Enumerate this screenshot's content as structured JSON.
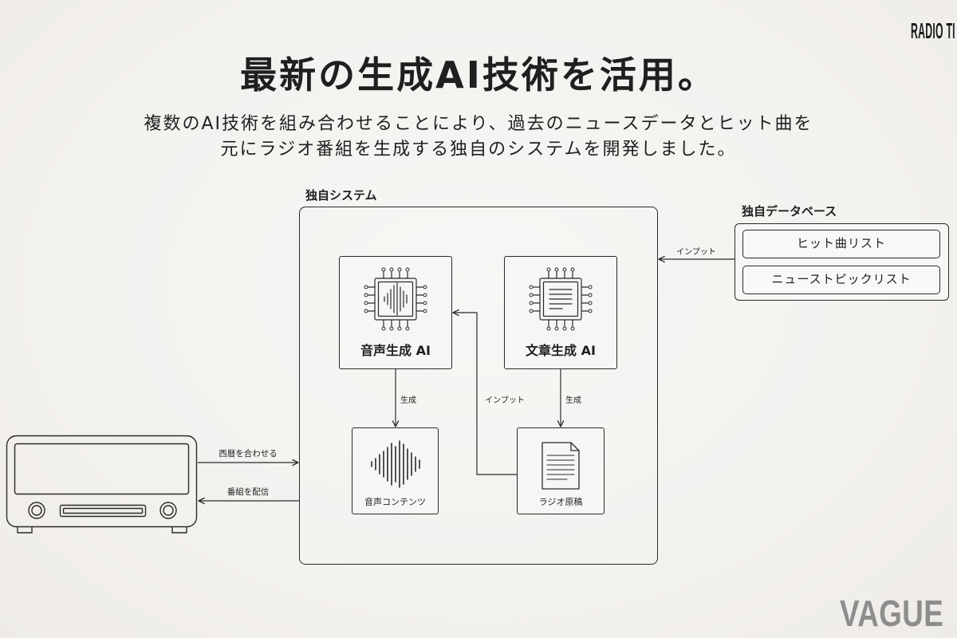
{
  "corner_logo": {
    "text": "RADIO TI"
  },
  "header": {
    "title": "最新の生成AI技術を活用。",
    "subtitle_lines": [
      "複数のAI技術を組み合わせることにより、過去のニュースデータとヒット曲を",
      "元にラジオ番組を生成する独自のシステムを開発しました。"
    ]
  },
  "system": {
    "label": "独自システム",
    "nodes": {
      "voice_ai": {
        "label": "音声生成 AI",
        "icon": "audio-chip-icon"
      },
      "text_ai": {
        "label": "文章生成 AI",
        "icon": "document-chip-icon"
      },
      "audio_content": {
        "label": "音声コンテンツ",
        "icon": "waveform-icon"
      },
      "radio_script": {
        "label": "ラジオ原稿",
        "icon": "document-icon"
      }
    },
    "edges": {
      "voice_ai_to_audio_content": "生成",
      "radio_script_to_voice_ai": "インプット",
      "text_ai_to_radio_script": "生成"
    }
  },
  "database": {
    "label": "独自データベース",
    "items": [
      "ヒット曲リスト",
      "ニューストピックリスト"
    ],
    "edge_to_system": "インプット"
  },
  "radio": {
    "icon": "radio-icon",
    "edge_to_system": "西暦を合わせる",
    "edge_from_system": "番組を配信"
  },
  "watermark": {
    "text": "VAGUE"
  },
  "colors": {
    "background": "#f3f1ee",
    "ink": "#1f1f1f",
    "line": "#2a2a2a",
    "watermark": "#8d8d8d"
  }
}
